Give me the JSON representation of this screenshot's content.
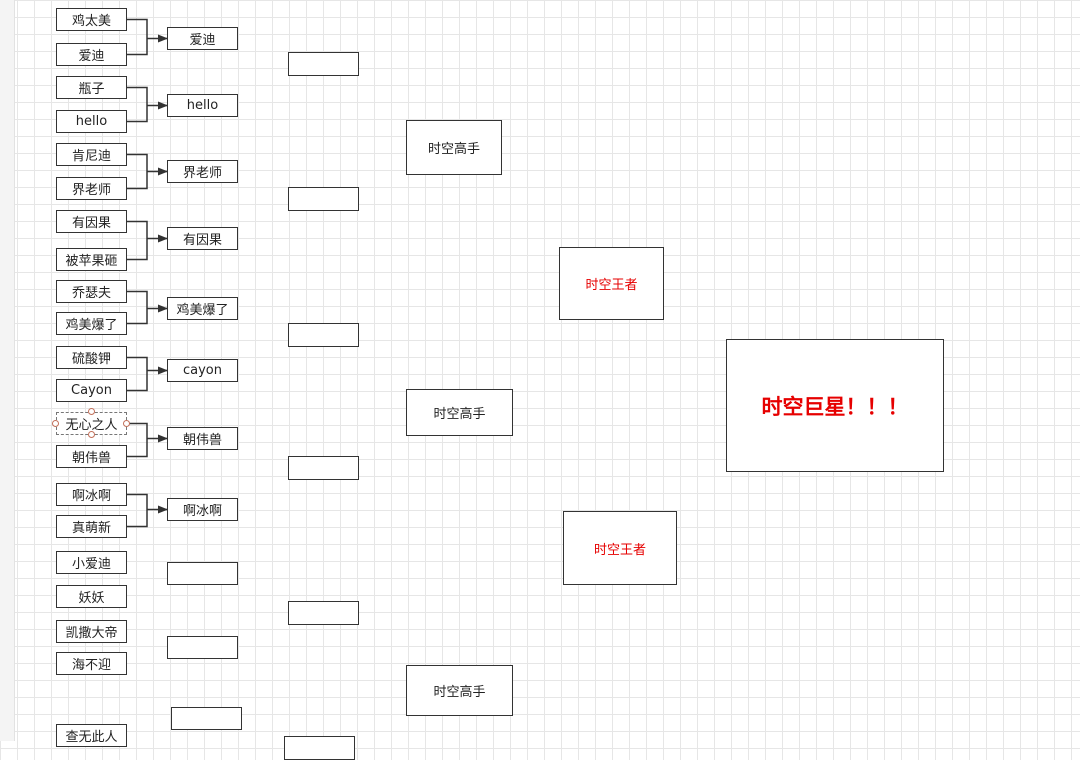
{
  "left_players": [
    "鸡太美",
    "爱迪",
    "瓶子",
    "hello",
    "肯尼迪",
    "界老师",
    "有因果",
    "被苹果砸",
    "乔瑟夫",
    "鸡美爆了",
    "硫酸钾",
    "Cayon",
    "无心之人",
    "朝伟兽",
    "啊冰啊",
    "真萌新",
    "小爱迪",
    "妖妖",
    "凯撒大帝",
    "海不迎",
    "查无此人"
  ],
  "round1_winners": [
    "爱迪",
    "hello",
    "界老师",
    "有因果",
    "鸡美爆了",
    "cayon",
    "朝伟兽",
    "啊冰啊",
    "",
    "",
    ""
  ],
  "round2": [
    "",
    "",
    "",
    "",
    "",
    "",
    ""
  ],
  "round3": [
    "时空高手",
    "时空高手",
    "时空高手"
  ],
  "round4": [
    "时空王者",
    "时空王者"
  ],
  "champion": "时空巨星！！！",
  "colors": {
    "line": "#333333",
    "highlight": "#e60000",
    "grid": "#e6e6e6"
  }
}
